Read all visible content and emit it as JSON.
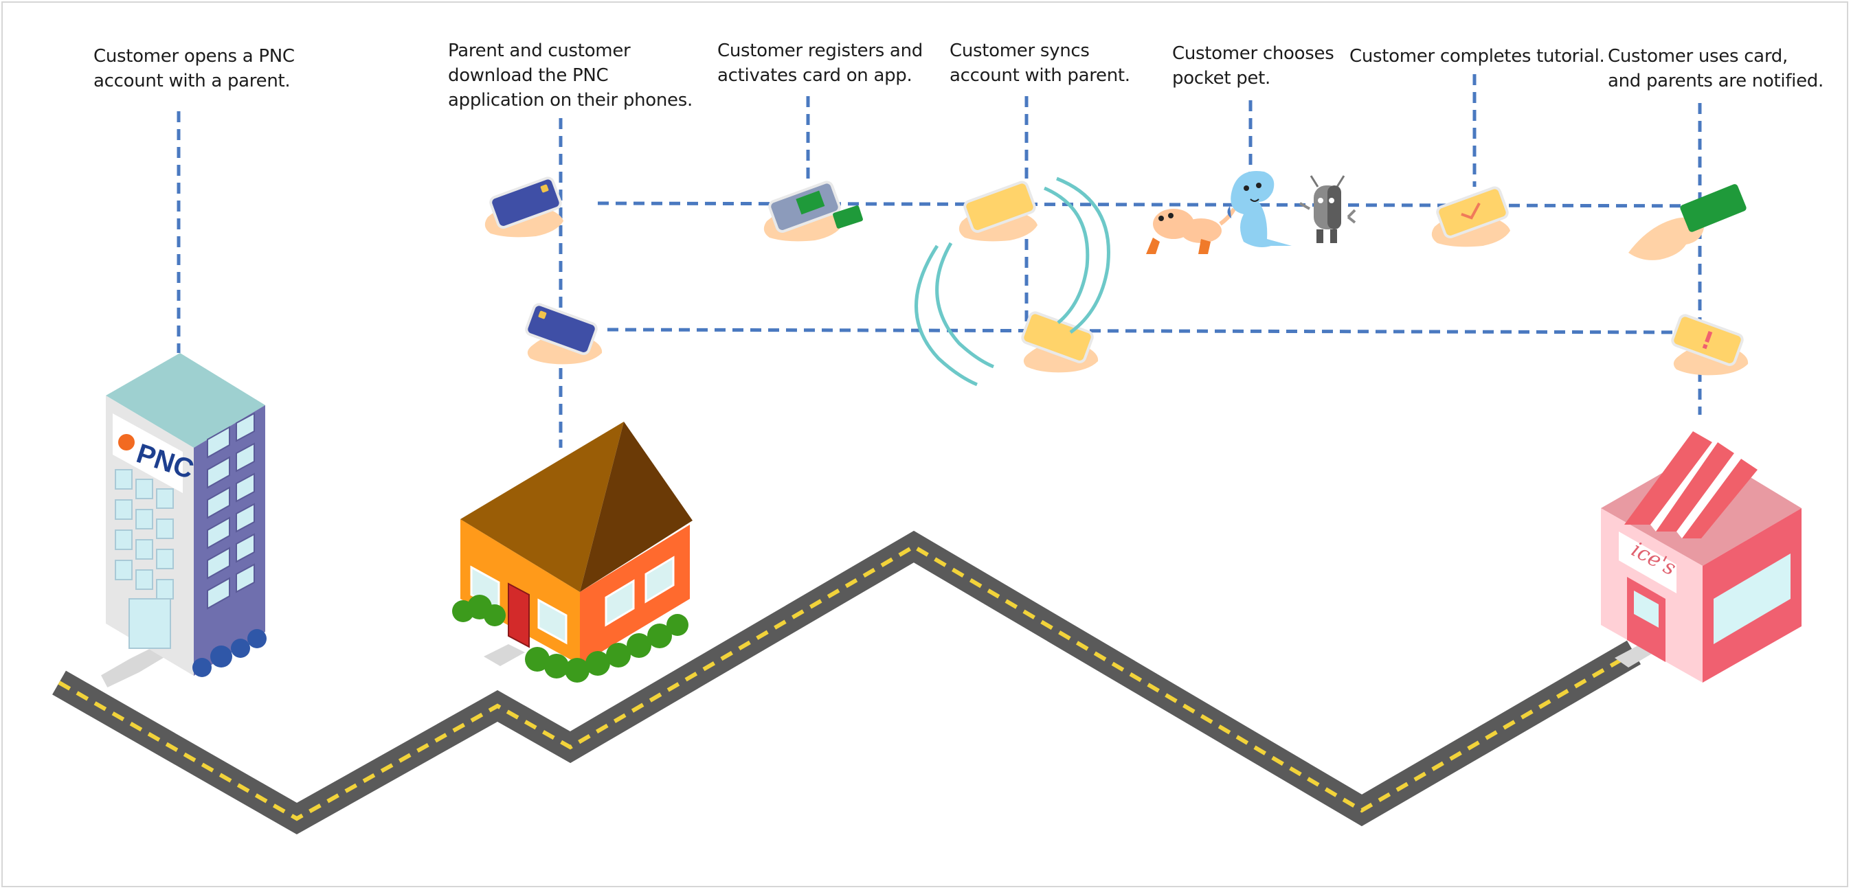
{
  "steps": [
    {
      "id": "open-account",
      "text": "Customer opens a PNC\naccount with a parent."
    },
    {
      "id": "download-app",
      "text": "Parent and customer\ndownload the PNC\napplication on their phones."
    },
    {
      "id": "register-card",
      "text": "Customer registers and\nactivates card on app."
    },
    {
      "id": "sync-account",
      "text": "Customer syncs\naccount with parent."
    },
    {
      "id": "choose-pet",
      "text": "Customer chooses\npocket pet."
    },
    {
      "id": "tutorial",
      "text": "Customer completes tutorial."
    },
    {
      "id": "use-card",
      "text": "Customer uses card,\nand parents are notified."
    }
  ],
  "bank": {
    "logo_text": "PNC"
  },
  "shop": {
    "sign_text": "ice's"
  },
  "colors": {
    "connector": "#4a79c0",
    "road": "#5a5a5a",
    "road_line": "#f2d33a",
    "bank_roof": "#9ed0d0",
    "bank_side": "#6f6fae",
    "house_wall": "#ff6a2e",
    "house_roof": "#6b3a06",
    "shop_wall": "#f06070",
    "phone_blue": "#3f4fa6",
    "phone_yellow": "#ffd36a",
    "card_green": "#1f9a3a",
    "skin": "#ffd2a6",
    "signal": "#6cc8c8"
  }
}
